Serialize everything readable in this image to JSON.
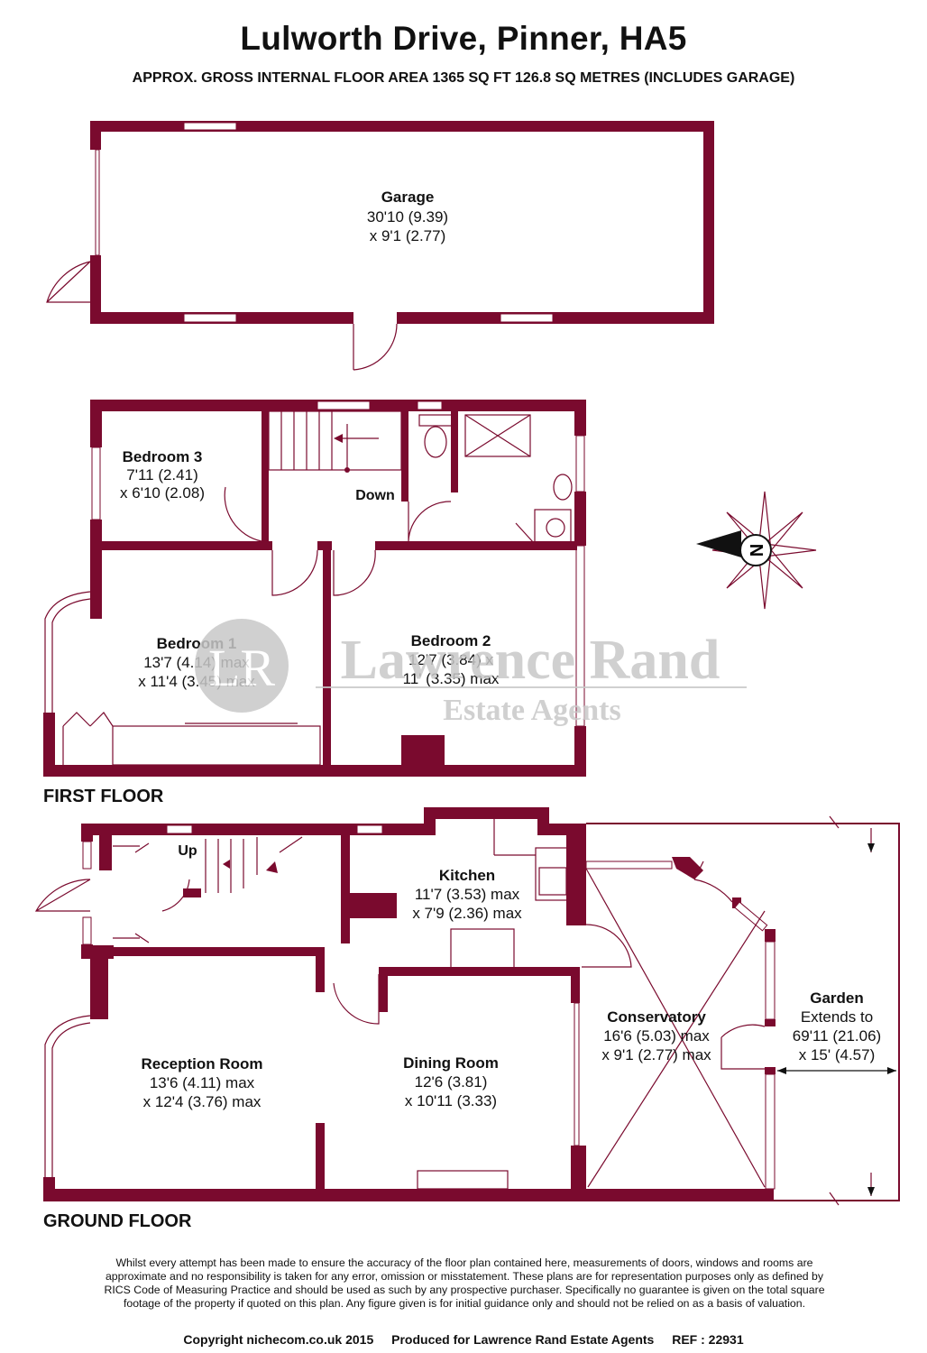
{
  "header": {
    "title": "Lulworth Drive, Pinner, HA5",
    "subtitle": "APPROX. GROSS INTERNAL FLOOR AREA 1365 SQ FT 126.8 SQ METRES (INCLUDES GARAGE)"
  },
  "colors": {
    "wall": "#7a0a2e",
    "watermark": "#c8c8c8",
    "background": "#ffffff"
  },
  "garage": {
    "name": "Garage",
    "dim1": "30'10 (9.39)",
    "dim2": "x 9'1 (2.77)"
  },
  "first_floor": {
    "label": "FIRST FLOOR",
    "bedroom3": {
      "name": "Bedroom 3",
      "dim1": "7'11 (2.41)",
      "dim2": "x 6'10 (2.08)"
    },
    "bedroom1": {
      "name": "Bedroom 1",
      "dim1": "13'7 (4.14) max",
      "dim2": "x 11'4 (3.45) max"
    },
    "bedroom2": {
      "name": "Bedroom 2",
      "dim1": "12'7 (3.84) x",
      "dim2": "11' (3.35) max"
    },
    "stairs_label": "Down"
  },
  "ground_floor": {
    "label": "GROUND FLOOR",
    "kitchen": {
      "name": "Kitchen",
      "dim1": "11'7 (3.53) max",
      "dim2": "x 7'9 (2.36) max"
    },
    "reception": {
      "name": "Reception Room",
      "dim1": "13'6 (4.11) max",
      "dim2": "x 12'4 (3.76) max"
    },
    "dining": {
      "name": "Dining Room",
      "dim1": "12'6 (3.81)",
      "dim2": "x 10'11 (3.33)"
    },
    "conservatory": {
      "name": "Conservatory",
      "dim1": "16'6 (5.03) max",
      "dim2": "x 9'1 (2.77) max"
    },
    "garden": {
      "name": "Garden",
      "line1": "Extends to",
      "dim1": "69'11 (21.06)",
      "dim2": "x 15' (4.57)"
    },
    "stairs_label": "Up"
  },
  "compass": {
    "letter": "N",
    "icon": "compass-rose-icon"
  },
  "watermark": {
    "logo_letters": "LR",
    "line1": "Lawrence Rand",
    "line2": "Estate Agents"
  },
  "disclaimer": "Whilst every attempt has been made to ensure the accuracy of the floor plan contained here, measurements of doors, windows and rooms are approximate and no responsibility is taken for any error, omission or misstatement. These plans are for representation purposes only as defined by RICS Code of Measuring Practice and should be used as such by any prospective purchaser. Specifically no guarantee is given on the total square footage of the property if quoted on this plan. Any figure given is for initial guidance only and should not be relied on as a basis of valuation.",
  "footer": {
    "copyright": "Copyright nichecom.co.uk 2015",
    "produced": "Produced for Lawrence Rand Estate Agents",
    "ref": "REF : 22931"
  }
}
